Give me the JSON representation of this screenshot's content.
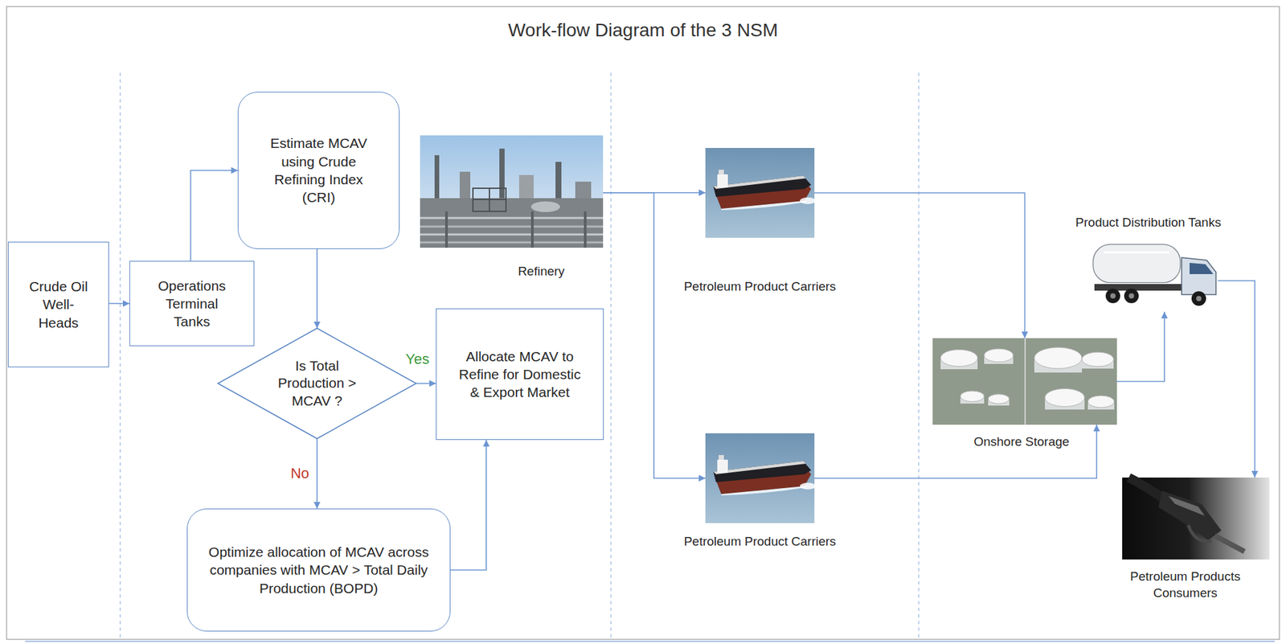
{
  "diagram": {
    "title": "Work-flow Diagram of the 3 NSM",
    "nodes": [
      {
        "text": [
          "Crude Oil Well-Heads"
        ]
      },
      {
        "text": [
          "Operations Terminal Tanks"
        ]
      },
      {
        "text": [
          "Estimate MCAV using Crude Refining Index (CRI)"
        ]
      },
      {
        "text": [
          "Is Total Production > MCAV ?"
        ]
      },
      {
        "text": [
          "Allocate MCAV to Refine for Domestic & Export Market"
        ]
      },
      {
        "text": [
          "Optimize allocation of MCAV across companies with MCAV > Total Daily Production (BOPD)"
        ]
      },
      {
        "text": [
          "Refinery"
        ]
      },
      {
        "text": [
          "Petroleum Product Carriers"
        ]
      },
      {
        "text": [
          "Petroleum Product Carriers"
        ]
      },
      {
        "text": [
          "Onshore Storage"
        ]
      },
      {
        "text": [
          "Product Distribution Tanks"
        ]
      },
      {
        "text": [
          "Petroleum Products Consumers"
        ]
      }
    ],
    "edges": [
      {
        "from": 0,
        "to": 1,
        "arrow": "to"
      },
      {
        "from": 1,
        "to": 2,
        "arrow": "to"
      },
      {
        "from": 2,
        "to": 3,
        "arrow": "to"
      },
      {
        "from": 3,
        "to": 4,
        "label": "Yes",
        "arrow": "to"
      },
      {
        "from": 3,
        "to": 5,
        "label": "No",
        "arrow": "to"
      },
      {
        "from": 5,
        "to": 4,
        "arrow": "to"
      },
      {
        "from": 6,
        "to": 7,
        "arrow": "to"
      },
      {
        "from": 6,
        "to": 8,
        "arrow": "to"
      },
      {
        "from": 7,
        "to": 9,
        "arrow": "to"
      },
      {
        "from": 8,
        "to": 9,
        "arrow": "to"
      },
      {
        "from": 9,
        "to": 10,
        "arrow": "to"
      },
      {
        "from": 10,
        "to": 11,
        "arrow": "to"
      }
    ]
  }
}
